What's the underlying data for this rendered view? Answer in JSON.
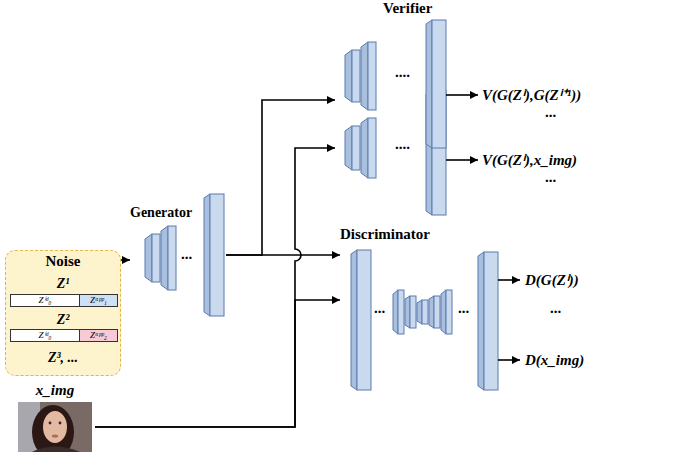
{
  "diagram": {
    "nodes": [
      {
        "text": [
          "Noise",
          "Z¹",
          "Z²",
          "Z³, ..."
        ]
      },
      {
        "text": [
          "Zⁱᵈ₀"
        ],
        "in": 0
      },
      {
        "text": [
          "Zᵃᵖᵖ₁"
        ],
        "in": 0
      },
      {
        "text": [
          "Zⁱᵈ₀"
        ],
        "in": 0
      },
      {
        "text": [
          "Zᵃᵖᵖ₂"
        ],
        "in": 0
      },
      {
        "text": [
          "x_img"
        ]
      },
      {
        "text": [
          "Generator",
          "..."
        ]
      },
      {
        "text": [
          "Verifier",
          "...."
        ]
      },
      {
        "text": [
          "...."
        ]
      },
      {
        "text": [
          "Discriminator",
          "...",
          "..."
        ]
      }
    ],
    "edges": [
      {
        "from": 0,
        "to": 6,
        "arrow": "to"
      },
      {
        "from": 6,
        "to": 7,
        "arrow": "to"
      },
      {
        "from": 6,
        "to": 9,
        "arrow": "to"
      },
      {
        "from": 5,
        "to": 8,
        "arrow": "to"
      },
      {
        "from": 5,
        "to": 9,
        "arrow": "to"
      }
    ],
    "labels": [
      "V(G(Zⁱ),G(Zⁱ⁺¹))",
      "...",
      "V(G(Zⁱ),x_img)",
      "...",
      "D(G(Zⁱ))",
      "...",
      "D(x_img)"
    ]
  }
}
